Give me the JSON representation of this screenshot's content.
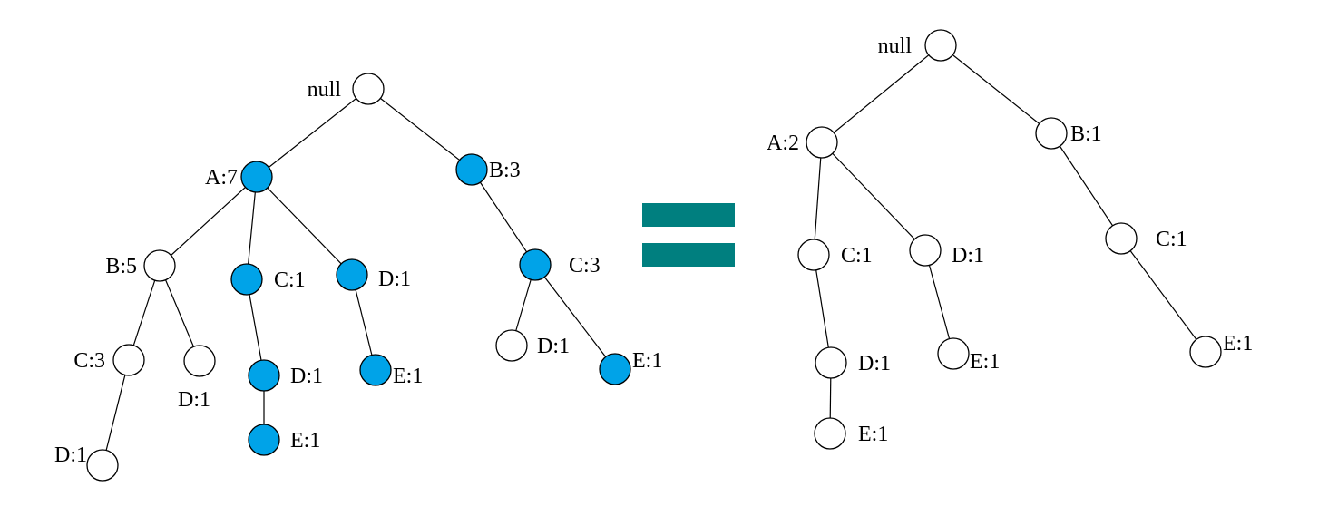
{
  "colors": {
    "highlight": "#00A3E8",
    "plain": "#FFFFFF",
    "equals_sign": "#007F7F"
  },
  "equals_sign": {
    "icon": "equals-icon"
  },
  "trees": [
    {
      "id": "left-tree",
      "nodes": [
        {
          "id": "root",
          "label": "null",
          "highlight": false
        },
        {
          "id": "a7",
          "label": "A:7",
          "highlight": true
        },
        {
          "id": "b3",
          "label": "B:3",
          "highlight": true
        },
        {
          "id": "b5",
          "label": "B:5",
          "highlight": false
        },
        {
          "id": "c1",
          "label": "C:1",
          "highlight": true
        },
        {
          "id": "d1a",
          "label": "D:1",
          "highlight": true
        },
        {
          "id": "c3r",
          "label": "C:3",
          "highlight": true
        },
        {
          "id": "c3l",
          "label": "C:3",
          "highlight": false
        },
        {
          "id": "d1b",
          "label": "D:1",
          "highlight": false
        },
        {
          "id": "d1c",
          "label": "D:1",
          "highlight": true
        },
        {
          "id": "e1a",
          "label": "E:1",
          "highlight": true
        },
        {
          "id": "d1d",
          "label": "D:1",
          "highlight": false
        },
        {
          "id": "e1b",
          "label": "E:1",
          "highlight": true
        },
        {
          "id": "d1e",
          "label": "D:1",
          "highlight": false
        },
        {
          "id": "e1c",
          "label": "E:1",
          "highlight": true
        }
      ],
      "edges": [
        [
          "root",
          "a7"
        ],
        [
          "root",
          "b3"
        ],
        [
          "a7",
          "b5"
        ],
        [
          "a7",
          "c1"
        ],
        [
          "a7",
          "d1a"
        ],
        [
          "b3",
          "c3r"
        ],
        [
          "b5",
          "c3l"
        ],
        [
          "b5",
          "d1b"
        ],
        [
          "c1",
          "d1c"
        ],
        [
          "d1a",
          "e1a"
        ],
        [
          "c3r",
          "d1d"
        ],
        [
          "c3r",
          "e1b"
        ],
        [
          "c3l",
          "d1e"
        ],
        [
          "d1c",
          "e1c"
        ]
      ]
    },
    {
      "id": "right-tree",
      "nodes": [
        {
          "id": "root",
          "label": "null",
          "highlight": false
        },
        {
          "id": "a2",
          "label": "A:2",
          "highlight": false
        },
        {
          "id": "b1",
          "label": "B:1",
          "highlight": false
        },
        {
          "id": "c1",
          "label": "C:1",
          "highlight": false
        },
        {
          "id": "d1a",
          "label": "D:1",
          "highlight": false
        },
        {
          "id": "c1r",
          "label": "C:1",
          "highlight": false
        },
        {
          "id": "d1b",
          "label": "D:1",
          "highlight": false
        },
        {
          "id": "e1a",
          "label": "E:1",
          "highlight": false
        },
        {
          "id": "e1b",
          "label": "E:1",
          "highlight": false
        },
        {
          "id": "e1c",
          "label": "E:1",
          "highlight": false
        }
      ],
      "edges": [
        [
          "root",
          "a2"
        ],
        [
          "root",
          "b1"
        ],
        [
          "a2",
          "c1"
        ],
        [
          "a2",
          "d1a"
        ],
        [
          "b1",
          "c1r"
        ],
        [
          "c1",
          "d1b"
        ],
        [
          "d1a",
          "e1a"
        ],
        [
          "c1r",
          "e1b"
        ],
        [
          "d1b",
          "e1c"
        ]
      ]
    }
  ]
}
